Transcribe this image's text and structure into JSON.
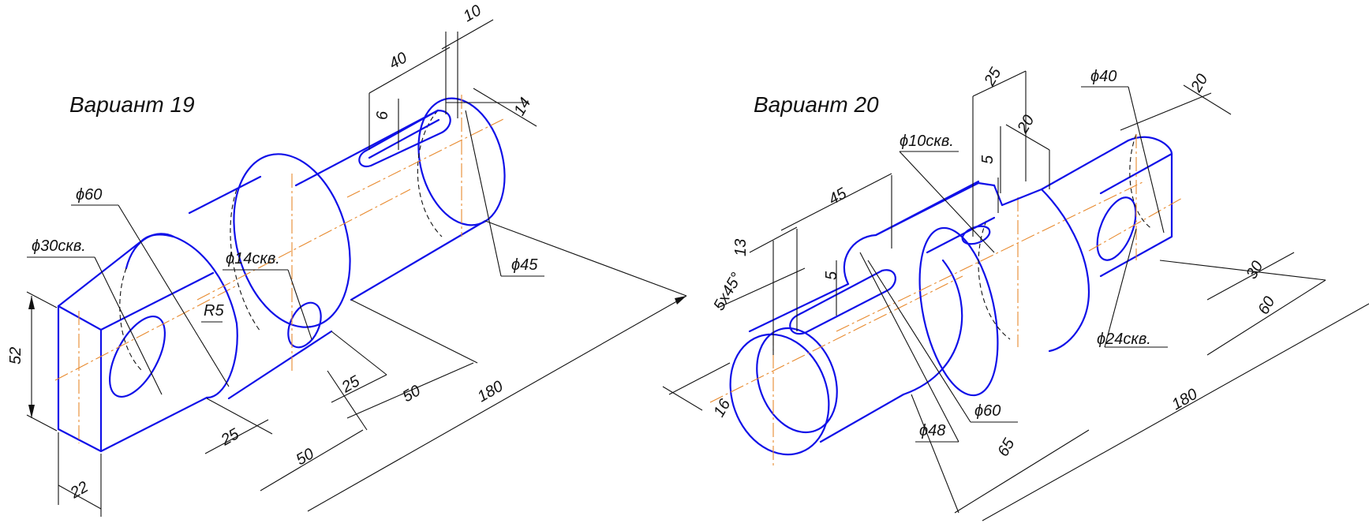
{
  "variant19": {
    "title": "Вариант 19",
    "dims": {
      "d10": "10",
      "d40": "40",
      "d6": "6",
      "d14": "14",
      "phi60": "ϕ60",
      "phi30": "ϕ30скв.",
      "phi14": "ϕ14скв.",
      "r5": "R5",
      "phi45": "ϕ45",
      "d52": "52",
      "d22": "22",
      "d25a": "25",
      "d25b": "25",
      "d50a": "50",
      "d50b": "50",
      "d180": "180"
    }
  },
  "variant20": {
    "title": "Вариант 20",
    "dims": {
      "d25": "25",
      "phi40": "ϕ40",
      "d20a": "20",
      "d20b": "20",
      "phi10": "ϕ10скв.",
      "d5a": "5",
      "d45": "45",
      "d13": "13",
      "chamfer": "5x45°",
      "d5b": "5",
      "d16": "16",
      "phi48": "ϕ48",
      "phi60": "ϕ60",
      "d65": "65",
      "d180": "180",
      "phi24": "ϕ24скв.",
      "d30": "30",
      "d60": "60"
    }
  },
  "colors": {
    "outline": "#1010e8",
    "axis": "#e88a2e",
    "dimension": "#111111"
  }
}
